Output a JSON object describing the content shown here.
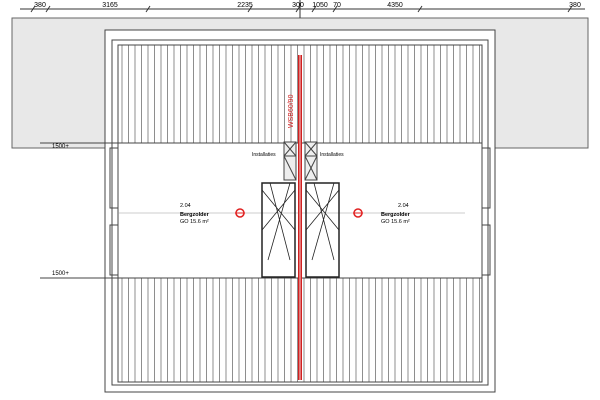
{
  "dimensions": [
    "380",
    "3165",
    "2235",
    "300",
    "1050",
    "70",
    "4350",
    "380"
  ],
  "level_marks": [
    "1500+",
    "1500+"
  ],
  "rooms": [
    {
      "number": "2.04",
      "name": "Bergzolder",
      "area": "GO 15.6 m²"
    },
    {
      "number": "2.04",
      "name": "Bergzolder",
      "area": "GO 15.6 m²"
    }
  ],
  "shaft_labels": [
    "Installaties",
    "Installaties"
  ],
  "wall_label": "WSB60/90",
  "colors": {
    "wall": "#d02020",
    "hatch": "#333333",
    "overhang": "#e6e6e6"
  }
}
